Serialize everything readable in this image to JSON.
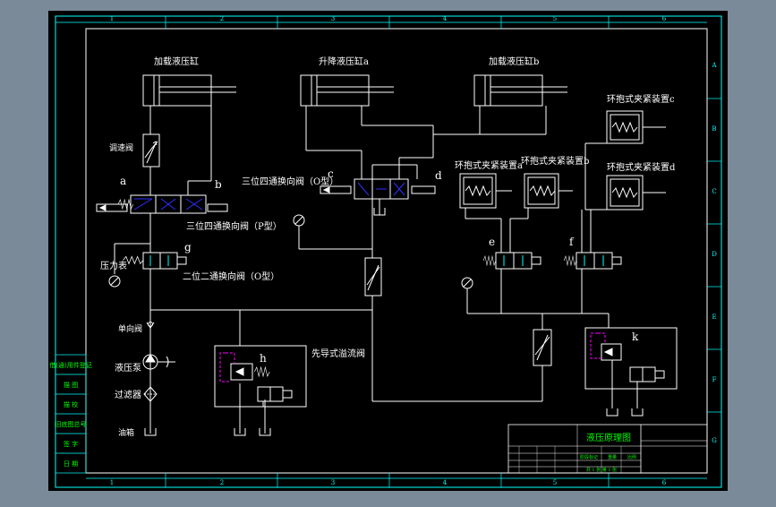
{
  "colors": {
    "background": "#000000",
    "frame": "#ffffff",
    "border": "#00ffff",
    "accent": "#00ff00",
    "valve_blue": "#3030ff",
    "dashed_magenta": "#ff00ff",
    "window_chrome": "#7a8a99"
  },
  "grid_numbers": [
    "1",
    "2",
    "3",
    "4",
    "5",
    "6"
  ],
  "grid_letters": [
    "A",
    "B",
    "C",
    "D",
    "E",
    "F",
    "G"
  ],
  "labels": {
    "cyl_load_left": "加载液压缸",
    "cyl_lift": "升降液压缸a",
    "cyl_load_b": "加载液压缸b",
    "clamp_c": "环抱式夹紧装置c",
    "clamp_a": "环抱式夹紧装置a",
    "clamp_b": "环抱式夹紧装置b",
    "clamp_d": "环抱式夹紧装置d",
    "speed_valve": "调速阀",
    "valve_34o": "三位四通换向阀（O型）",
    "valve_34p": "三位四通换向阀（P型）",
    "valve_22o": "二位二通换向阀（O型）",
    "pressure_gauge": "压力表",
    "check_valve": "单向阀",
    "pump": "液压泵",
    "relief_valve": "先导式溢流阀",
    "filter": "过滤器",
    "tank": "油箱",
    "mark_a": "a",
    "mark_b": "b",
    "mark_c": "c",
    "mark_d": "d",
    "mark_e": "e",
    "mark_f": "f",
    "mark_g": "g",
    "mark_h": "h",
    "mark_k": "k"
  },
  "left_strip": [
    "借(通)用件登记",
    "描 图",
    "描 校",
    "旧底图总号",
    "签 字",
    "日 期"
  ],
  "title_block": {
    "title": "液压原理图",
    "col_labels": [
      "阶段标记",
      "重量",
      "比例"
    ],
    "sheet": "共 1 张  第 1 张"
  }
}
